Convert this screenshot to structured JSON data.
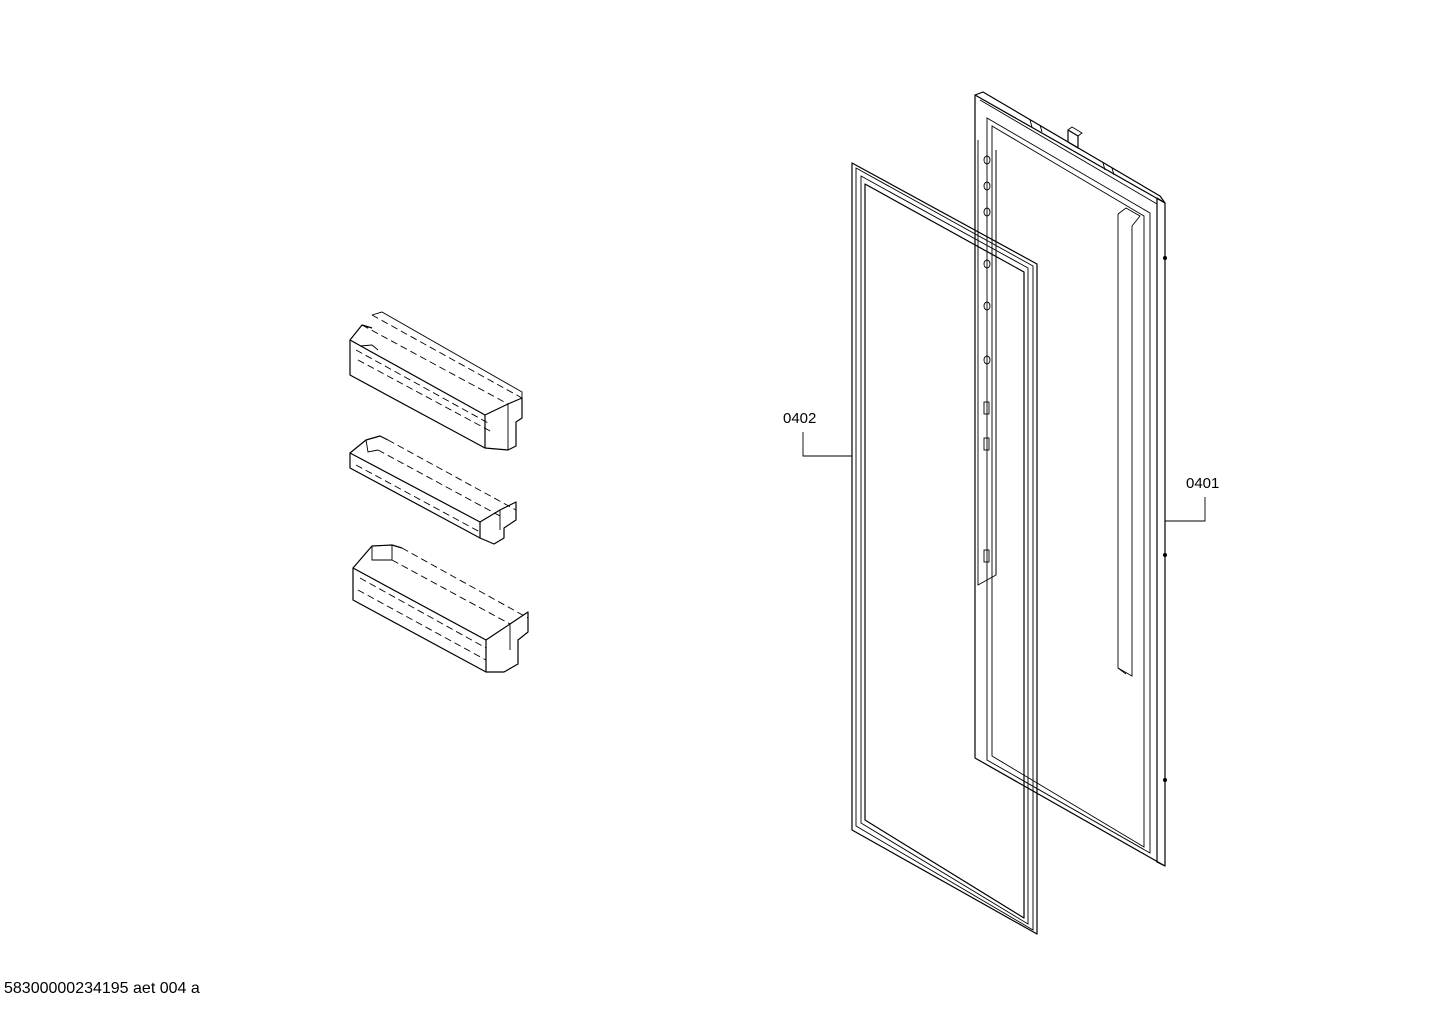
{
  "diagram": {
    "callouts": [
      {
        "id": "0402",
        "label": "0402"
      },
      {
        "id": "0401",
        "label": "0401"
      }
    ],
    "parts": [
      "door-gasket",
      "door-inner-liner",
      "door-shelf-upper",
      "door-shelf-middle",
      "door-shelf-lower"
    ]
  },
  "footer": {
    "code": "58300000234195 aet 004 a"
  }
}
